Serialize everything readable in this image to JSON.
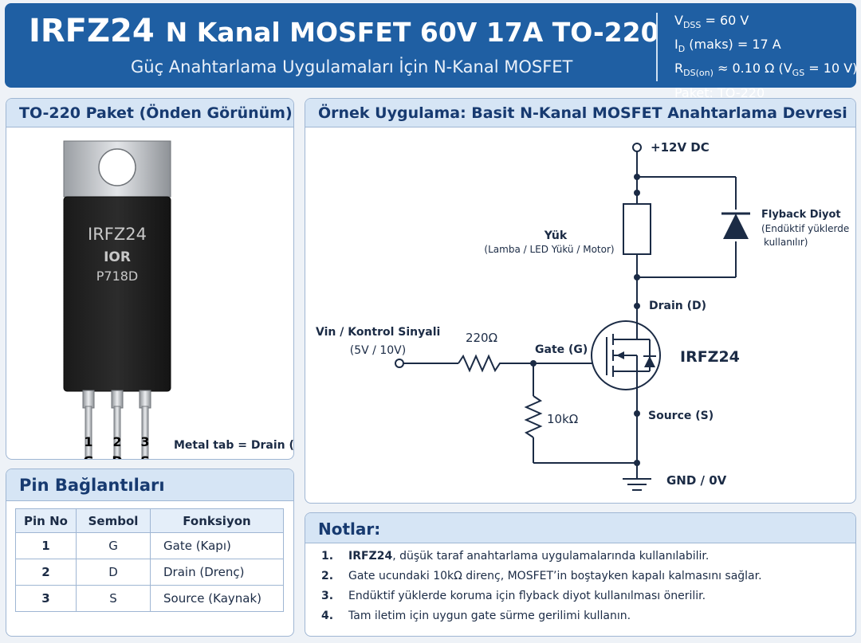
{
  "header": {
    "title_part": "IRFZ24",
    "title_rest": "N Kanal MOSFET 60V 17A TO-220",
    "subtitle": "Güç Anahtarlama Uygulamaları İçin N-Kanal MOSFET",
    "specs": {
      "vdss_label": "V",
      "vdss_sub": "DSS",
      "vdss_value": "= 60 V",
      "id_label": "I",
      "id_sub": "D",
      "id_value": "(maks)  = 17 A",
      "rds_label": "R",
      "rds_sub": "DS(on)",
      "rds_value": "≈ 0.10 Ω (V",
      "rds_vgs_sub": "GS",
      "rds_vgs_value": "= 10 V)",
      "package": "Paket: TO-220"
    }
  },
  "package_panel": {
    "title": "TO-220 Paket (Önden Görünüm)",
    "chip_part": "IRFZ24",
    "chip_logo": "IOR",
    "chip_code": "P718D",
    "tab_note": "Metal tab = Drain (D)",
    "pin_numbers": [
      "1",
      "2",
      "3"
    ],
    "pin_letters": [
      "G",
      "D",
      "S"
    ]
  },
  "pins_panel": {
    "title": "Pin Bağlantıları",
    "columns": [
      "Pin No",
      "Sembol",
      "Fonksiyon"
    ],
    "rows": [
      {
        "no": "1",
        "symbol": "G",
        "function": "Gate (Kapı)"
      },
      {
        "no": "2",
        "symbol": "D",
        "function": "Drain (Drenç)"
      },
      {
        "no": "3",
        "symbol": "S",
        "function": "Source (Kaynak)"
      }
    ]
  },
  "circuit_panel": {
    "title": "Örnek Uygulama: Basit N-Kanal MOSFET Anahtarlama Devresi",
    "supply": "+12V DC",
    "load_title": "Yük",
    "load_desc": "(Lamba / LED Yükü / Motor)",
    "diode_title": "Flyback Diyot",
    "diode_desc1": "(Endüktif yüklerde",
    "diode_desc2": "kullanılır)",
    "drain": "Drain (D)",
    "gate": "Gate (G)",
    "source": "Source (S)",
    "mosfet": "IRFZ24",
    "vin_title": "Vin / Kontrol Sinyali",
    "vin_range": "(5V / 10V)",
    "r_gate": "220Ω",
    "r_pulldown": "10kΩ",
    "ground": "GND / 0V"
  },
  "notes_panel": {
    "title": "Notlar:",
    "items": [
      {
        "num": "1.",
        "bold": "IRFZ24",
        "text": ", düşük taraf anahtarlama uygulamalarında kullanılabilir."
      },
      {
        "num": "2.",
        "bold": "",
        "text": "Gate ucundaki 10kΩ direnç, MOSFET’in boştayken kapalı kalmasını sağlar."
      },
      {
        "num": "3.",
        "bold": "",
        "text": "Endüktif yüklerde koruma için flyback diyot kullanılması önerilir."
      },
      {
        "num": "4.",
        "bold": "",
        "text": "Tam iletim için uygun gate sürme gerilimi kullanın."
      }
    ]
  }
}
